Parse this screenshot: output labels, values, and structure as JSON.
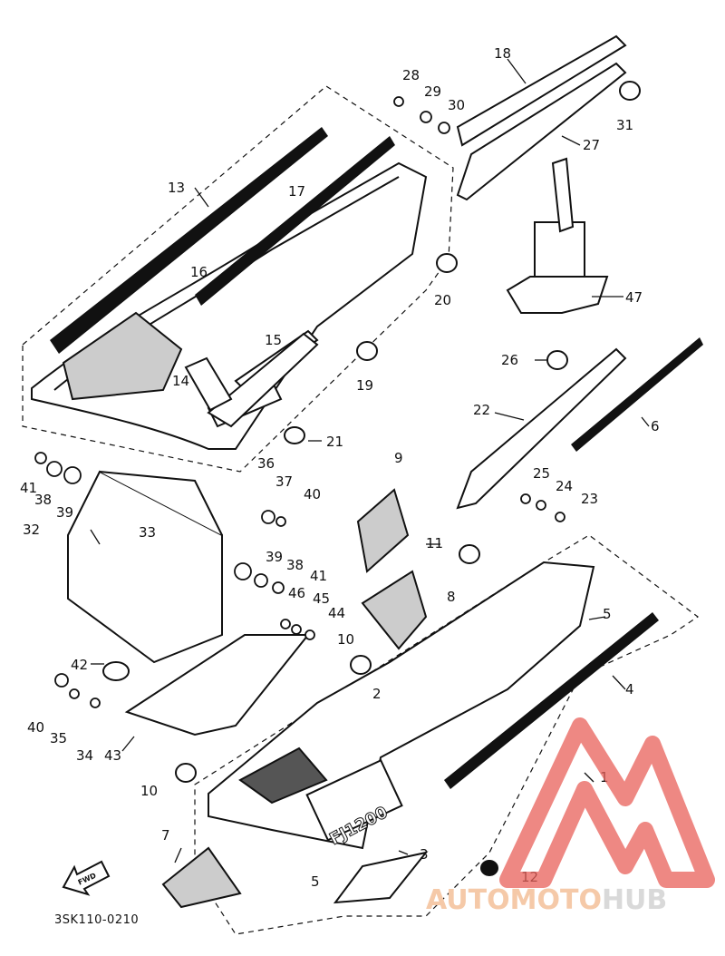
{
  "diagram": {
    "part_labels": [
      "1",
      "2",
      "3",
      "4",
      "5",
      "5",
      "6",
      "7",
      "8",
      "9",
      "10",
      "10",
      "11",
      "12",
      "13",
      "14",
      "15",
      "16",
      "17",
      "18",
      "19",
      "20",
      "21",
      "22",
      "23",
      "24",
      "25",
      "26",
      "27",
      "28",
      "29",
      "30",
      "31",
      "32",
      "33",
      "34",
      "35",
      "36",
      "37",
      "38",
      "38",
      "39",
      "39",
      "40",
      "40",
      "41",
      "41",
      "42",
      "43",
      "44",
      "45",
      "46",
      "47"
    ],
    "fwd_arrow_text": "FWD",
    "emblem_text": "FJ1200",
    "drawing_code": "3SK110-0210"
  },
  "watermark": {
    "text_part1": "AUTOMOTO",
    "text_part2": "HUB",
    "color_light": "#f5c9a8",
    "color_dark": "#d9d9d9",
    "logo_color": "#e8605a"
  }
}
